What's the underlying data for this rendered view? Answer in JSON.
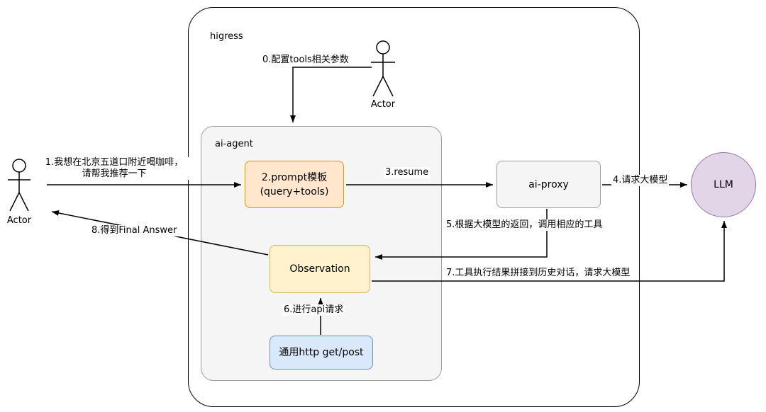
{
  "diagram": {
    "containers": {
      "higress": "higress",
      "ai_agent": "ai-agent"
    },
    "actors": {
      "top_label": "Actor",
      "left_label": "Actor"
    },
    "nodes": {
      "prompt_line1": "2.prompt模板",
      "prompt_line2": "(query+tools)",
      "ai_proxy": "ai-proxy",
      "llm": "LLM",
      "observation": "Observation",
      "http_tool": "通用http get/post"
    },
    "edges": {
      "e0": "0.配置tools相关参数",
      "e1_line1": "1.我想在北京五道口附近喝咖啡，",
      "e1_line2": "请帮我推荐一下",
      "e3": "3.resume",
      "e4": "4.请求大模型",
      "e5": "5.根据大模型的返回，调用相应的工具",
      "e6": "6.进行api请求",
      "e7": "7.工具执行结果拼接到历史对话，请求大模型",
      "e8": "8.得到Final Answer"
    },
    "colors": {
      "prompt_fill": "#ffe6cc",
      "prompt_border": "#d79b00",
      "observation_fill": "#fff2cc",
      "observation_border": "#d6b656",
      "http_fill": "#dae8fc",
      "http_border": "#6c8ebf",
      "llm_fill": "#e1d5e7",
      "llm_border": "#9673a6",
      "agent_fill": "#f5f5f5"
    }
  }
}
